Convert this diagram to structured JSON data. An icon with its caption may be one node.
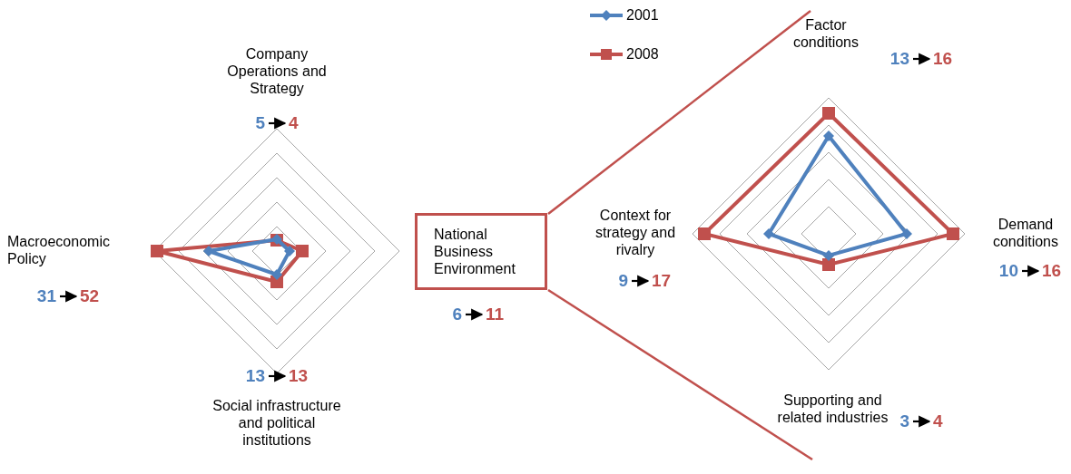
{
  "diagram": {
    "nodes": [
      {
        "text": [
          "National Business Environment"
        ]
      }
    ],
    "edges": [],
    "labels": [
      "Company Operations and Strategy",
      "5",
      "4",
      "Factor conditions",
      "13",
      "16",
      "Macroeconomic Policy",
      "Context for strategy and rivalry",
      "Demand conditions",
      "9",
      "17",
      "31",
      "52",
      "10",
      "16",
      "6",
      "11",
      "13",
      "13",
      "Social infrastructure and political institutions",
      "Supporting and related industries",
      "3",
      "4"
    ],
    "legend": [
      {
        "text": "2001"
      },
      {
        "text": "2008"
      }
    ]
  }
}
